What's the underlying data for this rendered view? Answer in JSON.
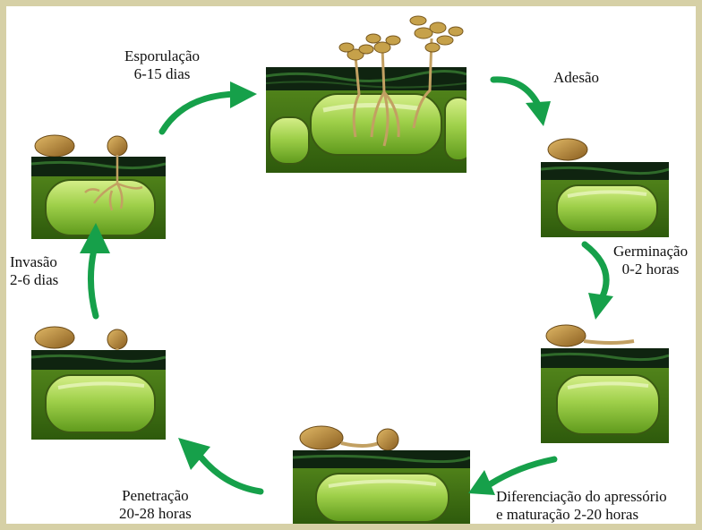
{
  "colors": {
    "arrow": "#16a04a",
    "leaf_dark": "#0f2410",
    "cell_green": "#8cc63f",
    "cell_light": "#c9e87a",
    "cell_outline": "#3a5a12",
    "spore": "#b0843a",
    "hypha": "#c2a062",
    "frame_border": "#d6d0a6"
  },
  "stages": [
    {
      "id": "esporulacao",
      "name": "Esporulação",
      "time": "6-15 dias"
    },
    {
      "id": "adesao",
      "name": "Adesão",
      "time": ""
    },
    {
      "id": "germinacao",
      "name": "Germinação",
      "time": "0-2 horas"
    },
    {
      "id": "diferenciacao",
      "name": "Diferenciação do apressório",
      "time": "e maturação 2-20 horas"
    },
    {
      "id": "penetracao",
      "name": "Penetração",
      "time": "20-28 horas"
    },
    {
      "id": "invasao",
      "name": "Invasão",
      "time": "2-6 dias"
    }
  ]
}
